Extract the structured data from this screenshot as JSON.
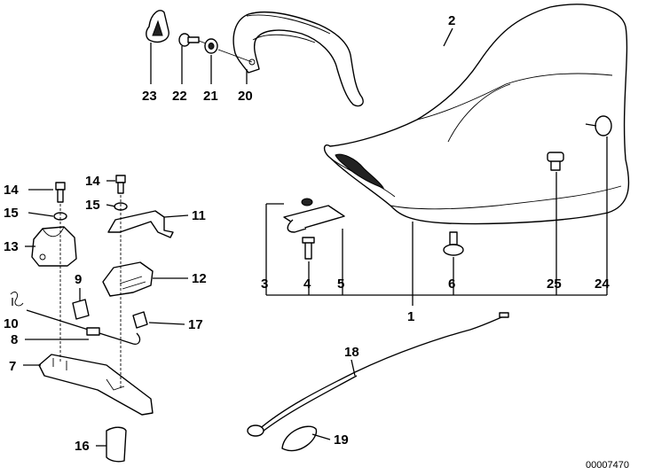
{
  "diagram": {
    "reference_number": "00007470",
    "callouts": {
      "c1": "1",
      "c2": "2",
      "c3": "3",
      "c4": "4",
      "c5": "5",
      "c6": "6",
      "c7": "7",
      "c8": "8",
      "c9": "9",
      "c10": "10",
      "c11": "11",
      "c12": "12",
      "c13": "13",
      "c14a": "14",
      "c14b": "14",
      "c15a": "15",
      "c15b": "15",
      "c16": "16",
      "c17": "17",
      "c18": "18",
      "c19": "19",
      "c20": "20",
      "c21": "21",
      "c22": "22",
      "c23": "23",
      "c24": "24",
      "c25": "25"
    },
    "icons": [
      "seat",
      "seat-bracket",
      "bolt",
      "washer",
      "latch-cable",
      "bumper",
      "mounting-bracket"
    ]
  }
}
